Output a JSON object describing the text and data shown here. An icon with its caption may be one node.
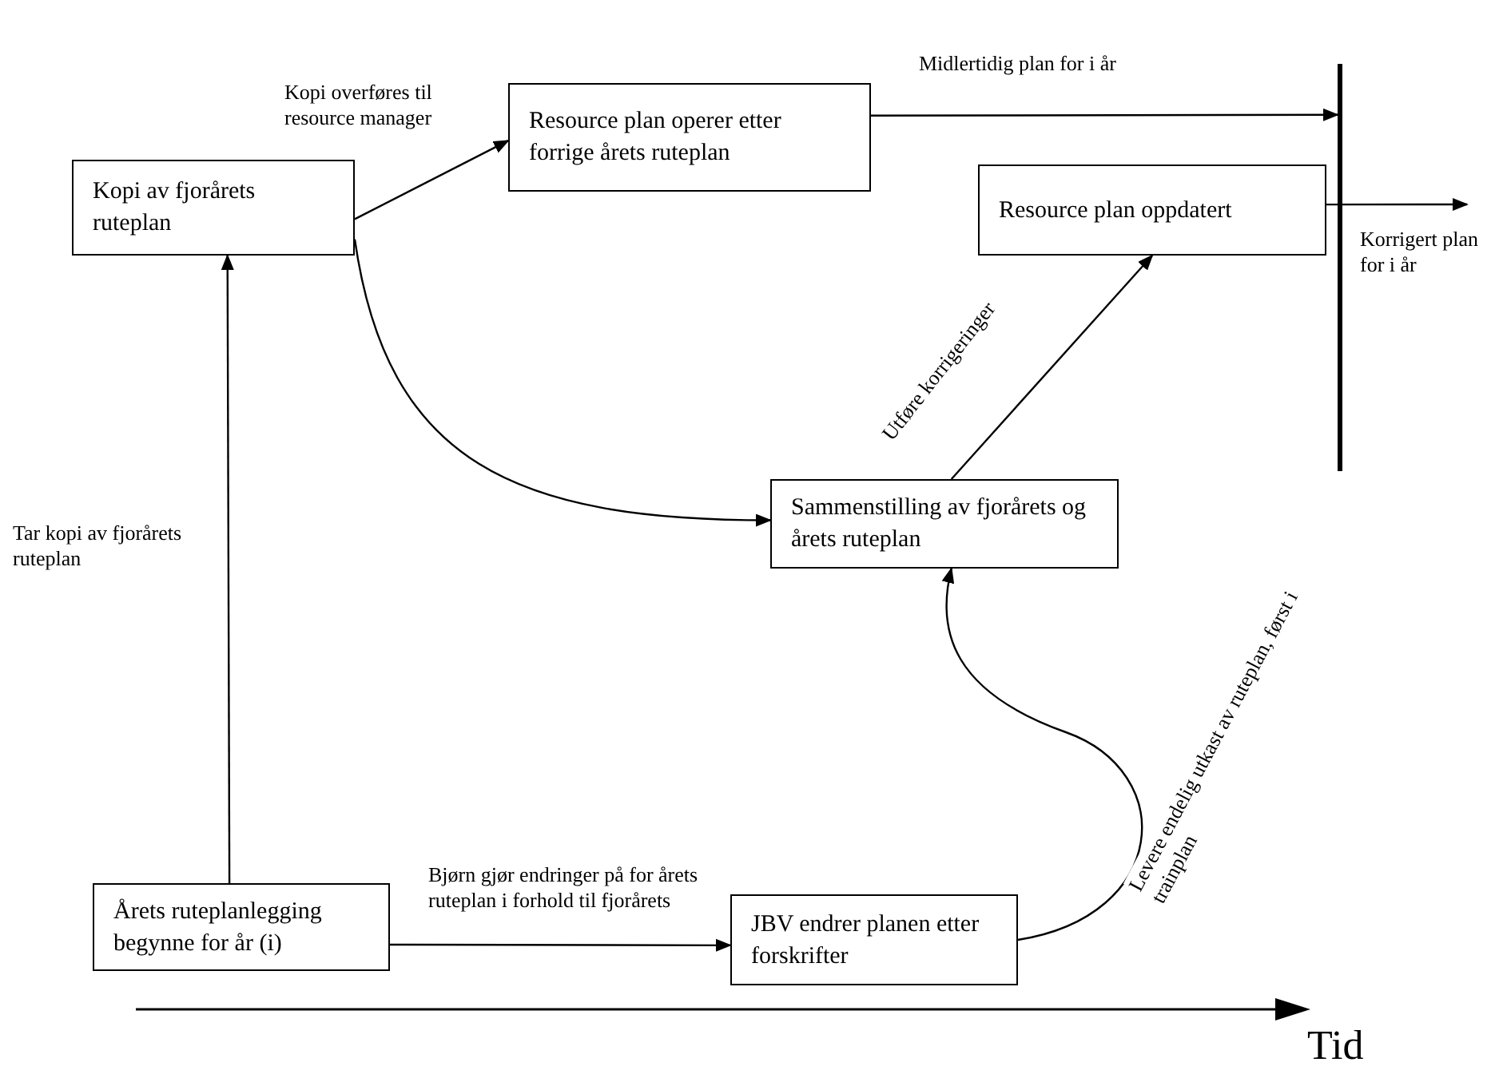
{
  "diagram": {
    "nodes": [
      {
        "text": [
          "Kopi av fjorårets ruteplan"
        ]
      },
      {
        "text": [
          "Resource plan operer etter forrige årets ruteplan"
        ]
      },
      {
        "text": [
          "Resource plan oppdatert"
        ]
      },
      {
        "text": [
          "Sammenstilling av fjorårets og årets ruteplan"
        ]
      },
      {
        "text": [
          "Årets ruteplanlegging begynne for år (i)"
        ]
      },
      {
        "text": [
          "JBV endrer planen etter forskrifter"
        ]
      },
      {
        "text": [],
        "shape": "bar"
      }
    ],
    "edges": [
      {
        "from": 0,
        "to": 1,
        "arrow": "to",
        "label": "Kopi overføres til resource manager"
      },
      {
        "from": 4,
        "to": 0,
        "arrow": "to",
        "label": "Tar kopi av fjorårets ruteplan"
      },
      {
        "from": 0,
        "to": 3,
        "arrow": "to"
      },
      {
        "from": 3,
        "to": 2,
        "arrow": "to",
        "label": "Utføre korrigeringer"
      },
      {
        "from": 4,
        "to": 5,
        "arrow": "to",
        "label": "Bjørn gjør endringer på for årets ruteplan i forhold til fjorårets"
      },
      {
        "from": 5,
        "to": 3,
        "arrow": "to",
        "label": "Levere endelig utkast av ruteplan, først i trainplan"
      },
      {
        "from": 1,
        "to": 6,
        "arrow": "to",
        "label": "Midlertidig plan for i år"
      },
      {
        "from": 2,
        "to": null,
        "arrow": "to",
        "label": "Korrigert plan for i år"
      }
    ],
    "labels": [
      "Tid"
    ]
  }
}
